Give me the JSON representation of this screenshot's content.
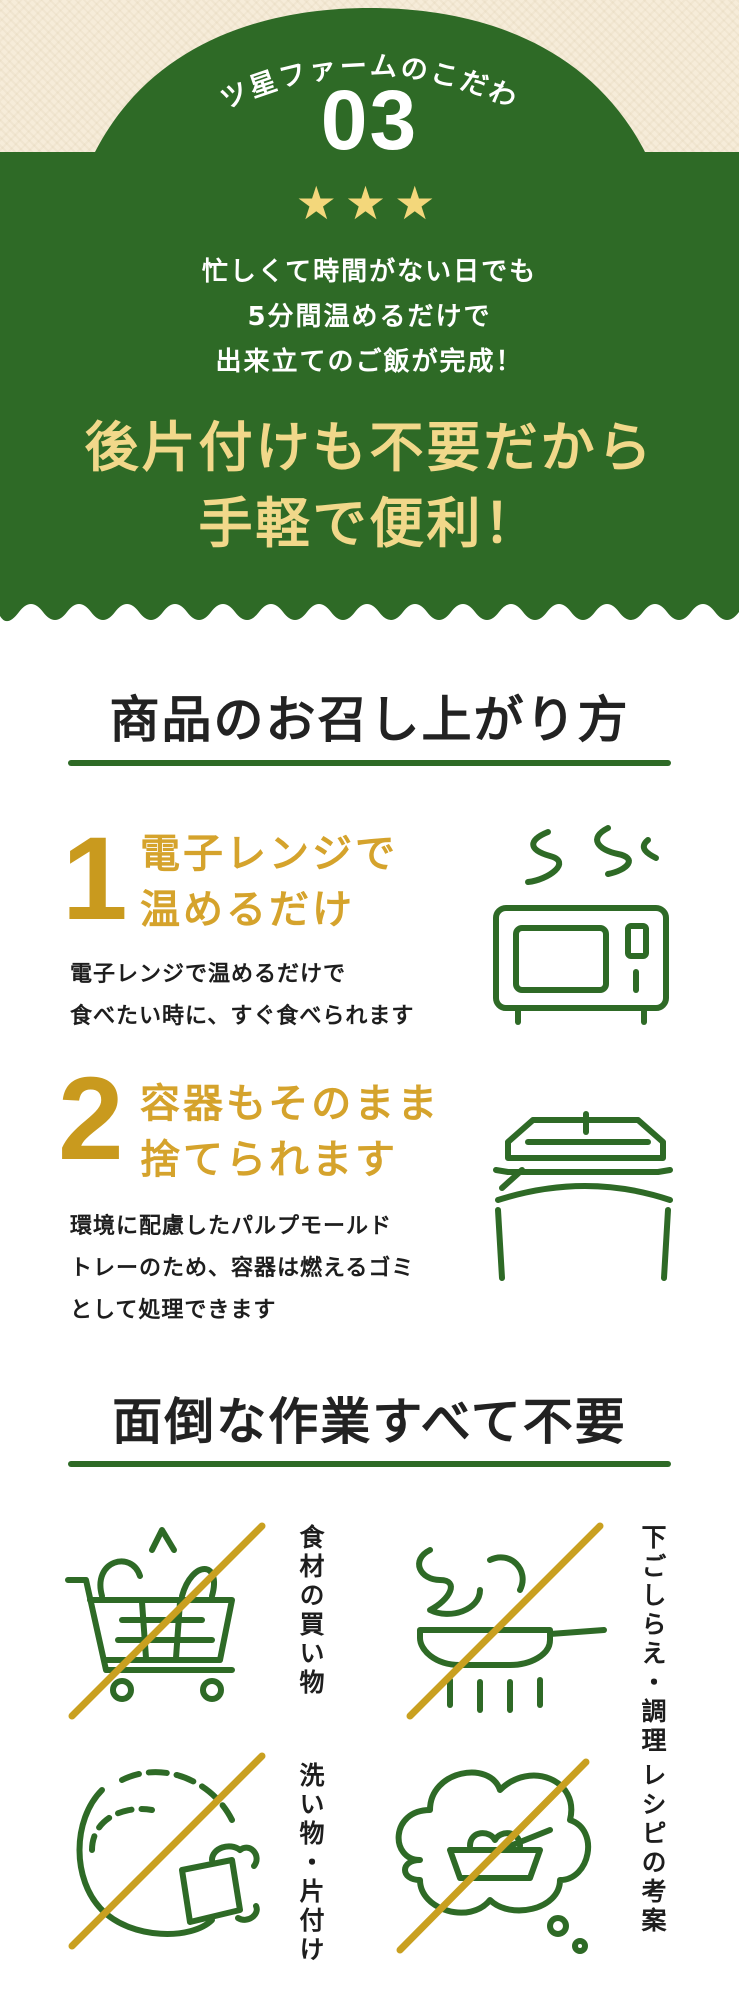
{
  "header": {
    "arc_title": "三ツ星ファームのこだわり",
    "number": "03",
    "stars": "★★★",
    "intro_lines": [
      "忙しくて時間がない日でも",
      "5分間温めるだけで",
      "出来立てのご飯が完成！"
    ],
    "headline_lines": [
      "後片付けも不要だから",
      "手軽で便利！"
    ]
  },
  "how_to": {
    "title": "商品のお召し上がり方",
    "steps": [
      {
        "number": "1",
        "title_lines": [
          "電子レンジで",
          "温めるだけ"
        ],
        "desc_lines": [
          "電子レンジで温めるだけで",
          "食べたい時に、すぐ食べられます"
        ],
        "icon": "microwave-icon"
      },
      {
        "number": "2",
        "title_lines": [
          "容器もそのまま",
          "捨てられます"
        ],
        "desc_lines": [
          "環境に配慮したパルプモールド",
          "トレーのため、容器は燃えるゴミ",
          "として処理できます"
        ],
        "icon": "disposal-container-icon"
      }
    ]
  },
  "no_work": {
    "title": "面倒な作業すべて不要",
    "items": [
      {
        "label": "食材の買い物",
        "icon": "shopping-cart-icon"
      },
      {
        "label": "下ごしらえ・調理",
        "icon": "frying-pan-icon"
      },
      {
        "label": "洗い物・片付け",
        "icon": "dish-washing-icon"
      },
      {
        "label": "レシピの考案",
        "icon": "recipe-thinking-icon"
      }
    ]
  },
  "colors": {
    "green": "#2e6a26",
    "gold": "#d5a32c",
    "cream": "#f6ecd9",
    "star": "#f3d77b"
  }
}
